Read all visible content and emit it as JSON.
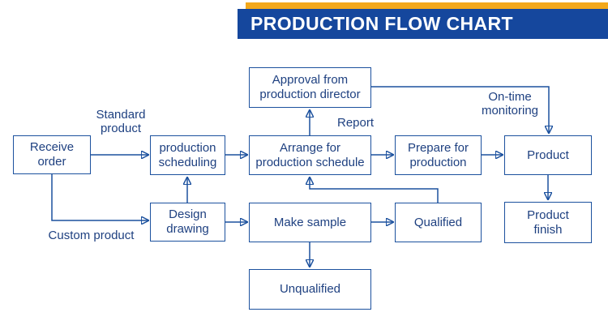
{
  "header": {
    "title": "PRODUCTION FLOW CHART"
  },
  "colors": {
    "header_blue": "#15479d",
    "accent_gold": "#f3a81b",
    "line": "#1c519e",
    "text": "#1e4080",
    "background": "#ffffff"
  },
  "nodes": {
    "receive_order": "Receive\norder",
    "production_scheduling": "production\nscheduling",
    "arrange_production_schedule": "Arrange for\nproduction schedule",
    "prepare_for_production": "Prepare for\nproduction",
    "product": "Product",
    "approval_from_director": "Approval from\nproduction director",
    "design_drawing": "Design\ndrawing",
    "make_sample": "Make sample",
    "qualified": "Qualified",
    "product_finish": "Product\nfinish",
    "unqualified": "Unqualified"
  },
  "edge_labels": {
    "standard_product": "Standard\nproduct",
    "custom_product": "Custom product",
    "report": "Report",
    "on_time_monitoring": "On-time\nmonitoring"
  }
}
